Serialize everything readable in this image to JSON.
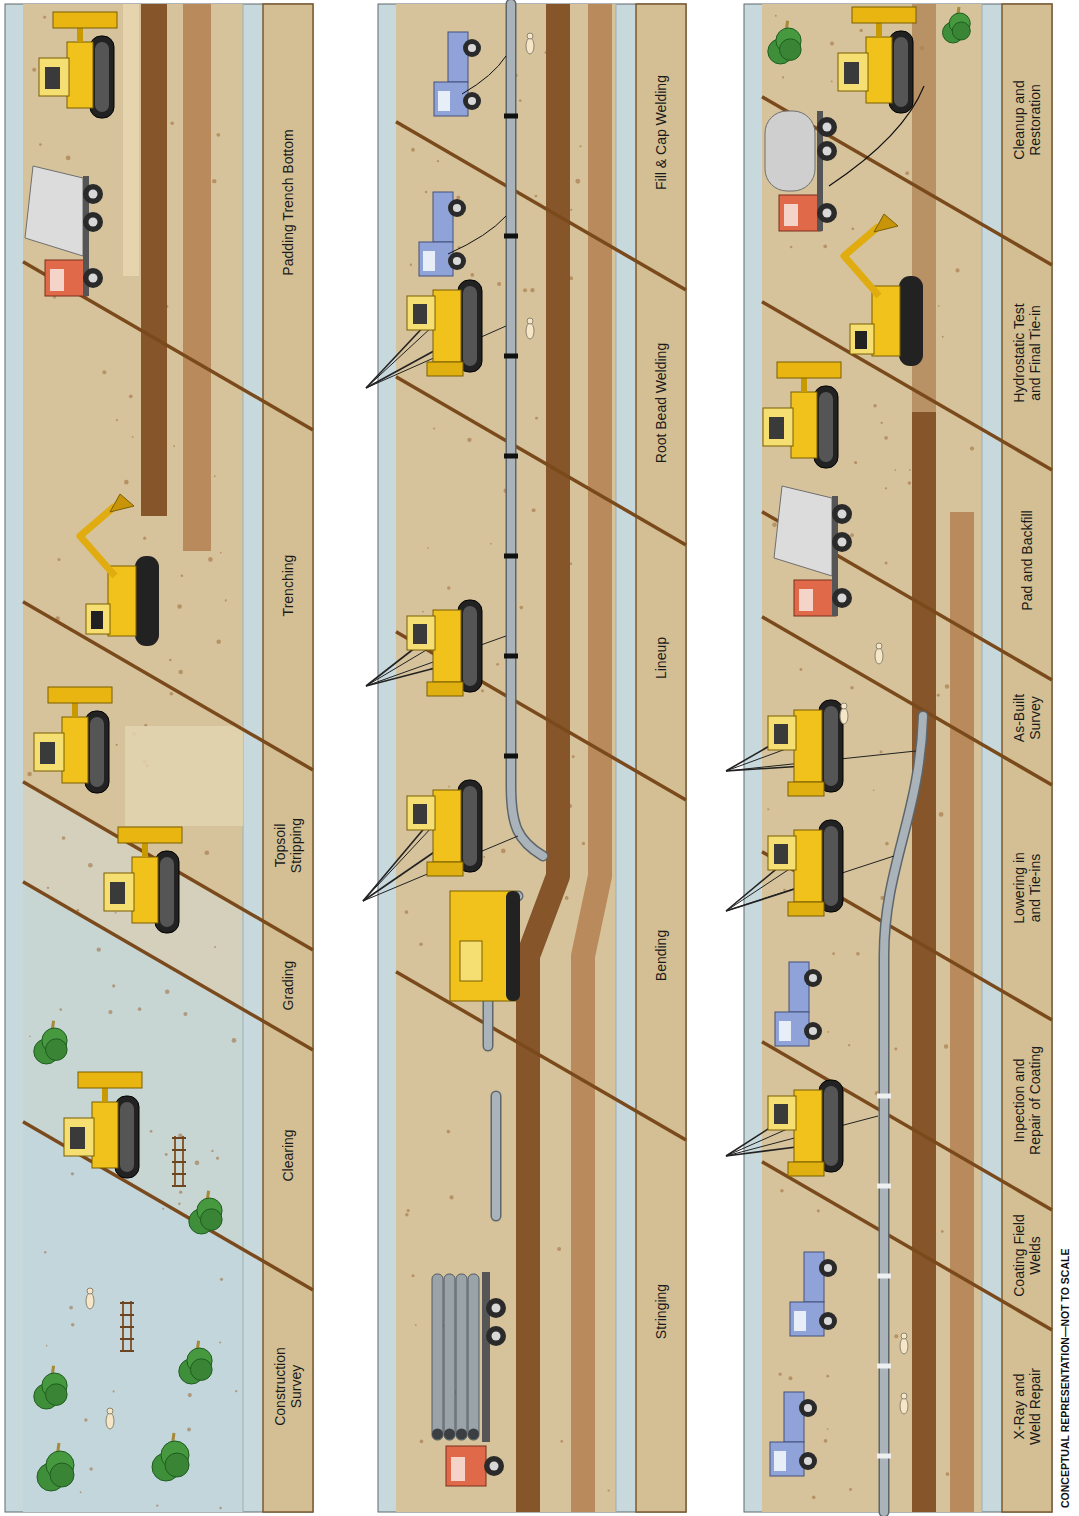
{
  "diagram": {
    "nodes": [
      {
        "text": [
          "Construction Survey"
        ]
      },
      {
        "text": [
          "Clearing"
        ]
      },
      {
        "text": [
          "Grading"
        ]
      },
      {
        "text": [
          "Topsoil Stripping"
        ]
      },
      {
        "text": [
          "Trenching"
        ]
      },
      {
        "text": [
          "Padding Trench Bottom"
        ]
      },
      {
        "text": [
          "Stringing"
        ]
      },
      {
        "text": [
          "Bending"
        ]
      },
      {
        "text": [
          "Lineup"
        ]
      },
      {
        "text": [
          "Root Bead Welding"
        ]
      },
      {
        "text": [
          "Fill & Cap Welding"
        ]
      },
      {
        "text": [
          "X-Ray and Weld Repair"
        ]
      },
      {
        "text": [
          "Coating Field Welds"
        ]
      },
      {
        "text": [
          "Inpection and Repair of Coating"
        ]
      },
      {
        "text": [
          "Lowering in and Tie-ins"
        ]
      },
      {
        "text": [
          "As-Built Survey"
        ]
      },
      {
        "text": [
          "Pad and Backfill"
        ]
      },
      {
        "text": [
          "Hydrostatic Test and Final Tie-in"
        ]
      },
      {
        "text": [
          "Cleanup and Restoration"
        ]
      }
    ],
    "labels": [
      "CONCEPTUAL REPRESENTATION—NOT TO SCALE"
    ]
  }
}
